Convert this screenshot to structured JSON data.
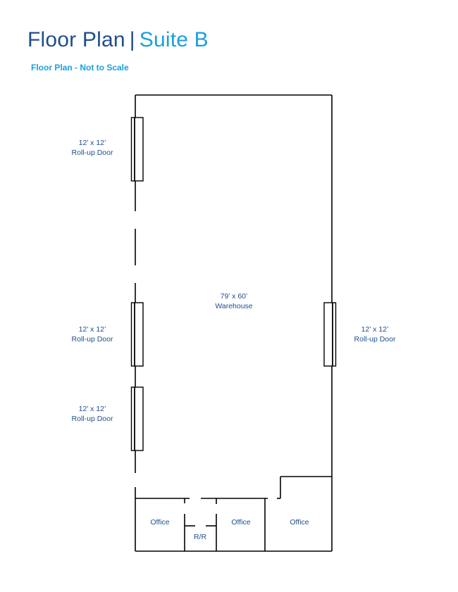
{
  "header": {
    "title": "Floor Plan",
    "separator": "|",
    "suite": "Suite B",
    "subtitle": "Floor Plan - Not to Scale"
  },
  "colors": {
    "title": "#1f4e8c",
    "accent": "#1aa0dc",
    "walls": "#000000"
  },
  "labels": {
    "door_left_1": {
      "size": "12’ x 12’",
      "type": "Roll-up Door"
    },
    "door_left_2": {
      "size": "12’ x 12’",
      "type": "Roll-up Door"
    },
    "door_left_3": {
      "size": "12’ x 12’",
      "type": "Roll-up Door"
    },
    "door_right": {
      "size": "12’ x 12’",
      "type": "Roll-up Door"
    },
    "warehouse": {
      "size": "79’ x 60’",
      "type": "Warehouse"
    },
    "office_1": "Office",
    "office_2": "Office",
    "office_3": "Office",
    "restroom": "R/R"
  }
}
